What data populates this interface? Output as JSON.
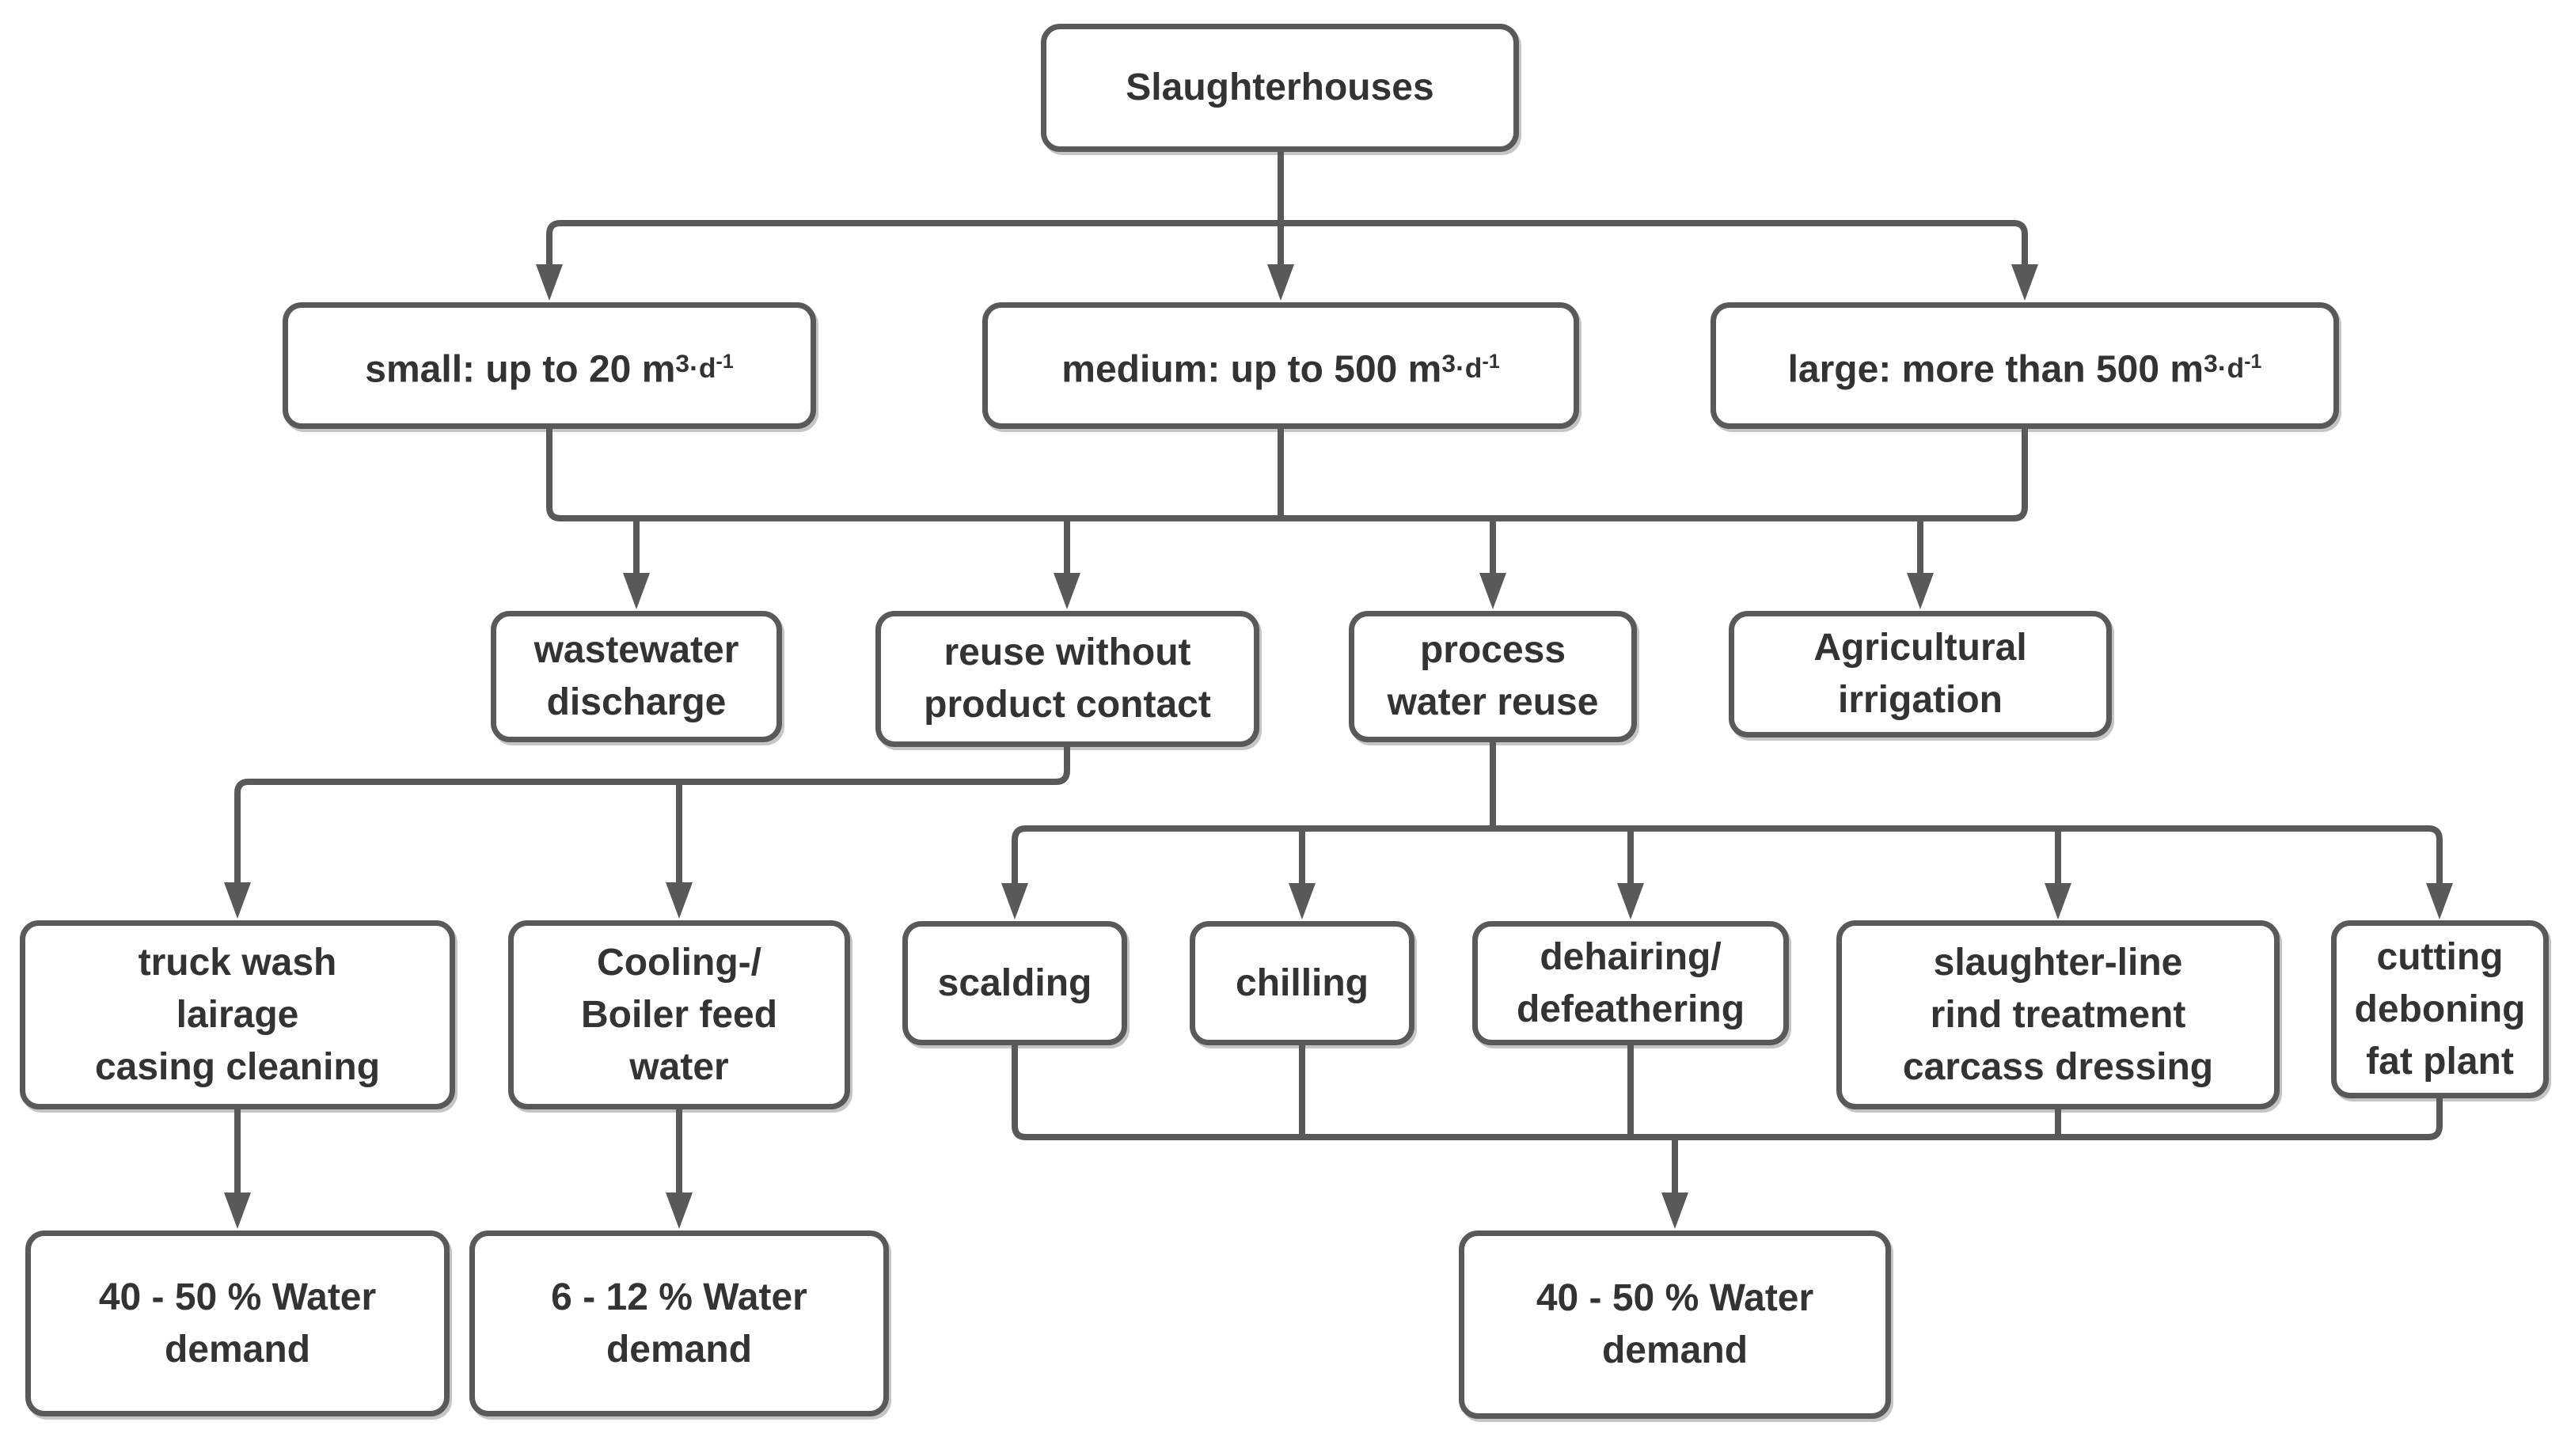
{
  "diagram": {
    "colors": {
      "line": "#595959",
      "border": "#595959",
      "text": "#333333",
      "background": "#ffffff"
    },
    "nodes": {
      "root": {
        "label": "Slaughterhouses"
      },
      "small": {
        "text": "small: up to 20 m",
        "exp": "3",
        "unit": "·d",
        "unit_exp": "-1"
      },
      "medium": {
        "text": "medium: up to 500 m",
        "exp": "3",
        "unit": "·d",
        "unit_exp": "-1"
      },
      "large": {
        "text": "large: more than 500 m",
        "exp": "3",
        "unit": "·d",
        "unit_exp": "-1"
      },
      "wastewater": {
        "lines": [
          "wastewater",
          "discharge"
        ]
      },
      "reuse": {
        "lines": [
          "reuse without",
          "product contact"
        ]
      },
      "process": {
        "lines": [
          "process",
          "water reuse"
        ]
      },
      "agricultural": {
        "lines": [
          "Agricultural",
          "irrigation"
        ]
      },
      "truck_wash": {
        "lines": [
          "truck wash",
          "lairage",
          "casing cleaning"
        ]
      },
      "cooling": {
        "lines": [
          "Cooling-/",
          "Boiler feed",
          "water"
        ]
      },
      "scalding": {
        "lines": [
          "scalding"
        ]
      },
      "chilling": {
        "lines": [
          "chilling"
        ]
      },
      "dehairing": {
        "lines": [
          "dehairing/",
          "defeathering"
        ]
      },
      "slaughter_line": {
        "lines": [
          "slaughter-line",
          "rind treatment",
          "carcass dressing"
        ]
      },
      "cutting": {
        "lines": [
          "cutting",
          "deboning",
          "fat plant"
        ]
      },
      "demand_truck": {
        "lines": [
          "40 - 50 % Water",
          "demand"
        ]
      },
      "demand_cooling": {
        "lines": [
          "6 - 12 % Water",
          "demand"
        ]
      },
      "demand_process": {
        "lines": [
          "40 - 50 % Water",
          "demand"
        ]
      }
    },
    "edges": [
      {
        "from": [
          "root"
        ],
        "to": [
          "small",
          "medium",
          "large"
        ]
      },
      {
        "from": [
          "small",
          "medium",
          "large"
        ],
        "to": [
          "wastewater",
          "reuse",
          "process",
          "agricultural"
        ]
      },
      {
        "from": [
          "reuse"
        ],
        "to": [
          "truck_wash",
          "cooling"
        ]
      },
      {
        "from": [
          "process"
        ],
        "to": [
          "scalding",
          "chilling",
          "dehairing",
          "slaughter_line",
          "cutting"
        ]
      },
      {
        "from": [
          "truck_wash"
        ],
        "to": [
          "demand_truck"
        ]
      },
      {
        "from": [
          "cooling"
        ],
        "to": [
          "demand_cooling"
        ]
      },
      {
        "from": [
          "scalding",
          "chilling",
          "dehairing",
          "slaughter_line",
          "cutting"
        ],
        "to": [
          "demand_process"
        ]
      }
    ]
  }
}
